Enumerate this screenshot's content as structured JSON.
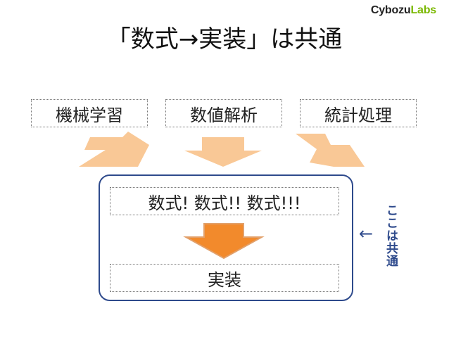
{
  "logo": {
    "main": "Cybozu",
    "accent": "Labs"
  },
  "title": "「数式→実装」は共通",
  "fields": [
    {
      "label": "機械学習"
    },
    {
      "label": "数値解析"
    },
    {
      "label": "統計処理"
    }
  ],
  "formulas": "数式!  数式!!  数式!!!",
  "implementation": "実装",
  "note": "ここは共通",
  "note_arrow": "←",
  "colors": {
    "light_arrow": "#f9c896",
    "dark_arrow": "#f28a2c",
    "dark_arrow_edge": "#e2a06a",
    "frame": "#2e4a8c",
    "logo_accent": "#7ab800"
  }
}
